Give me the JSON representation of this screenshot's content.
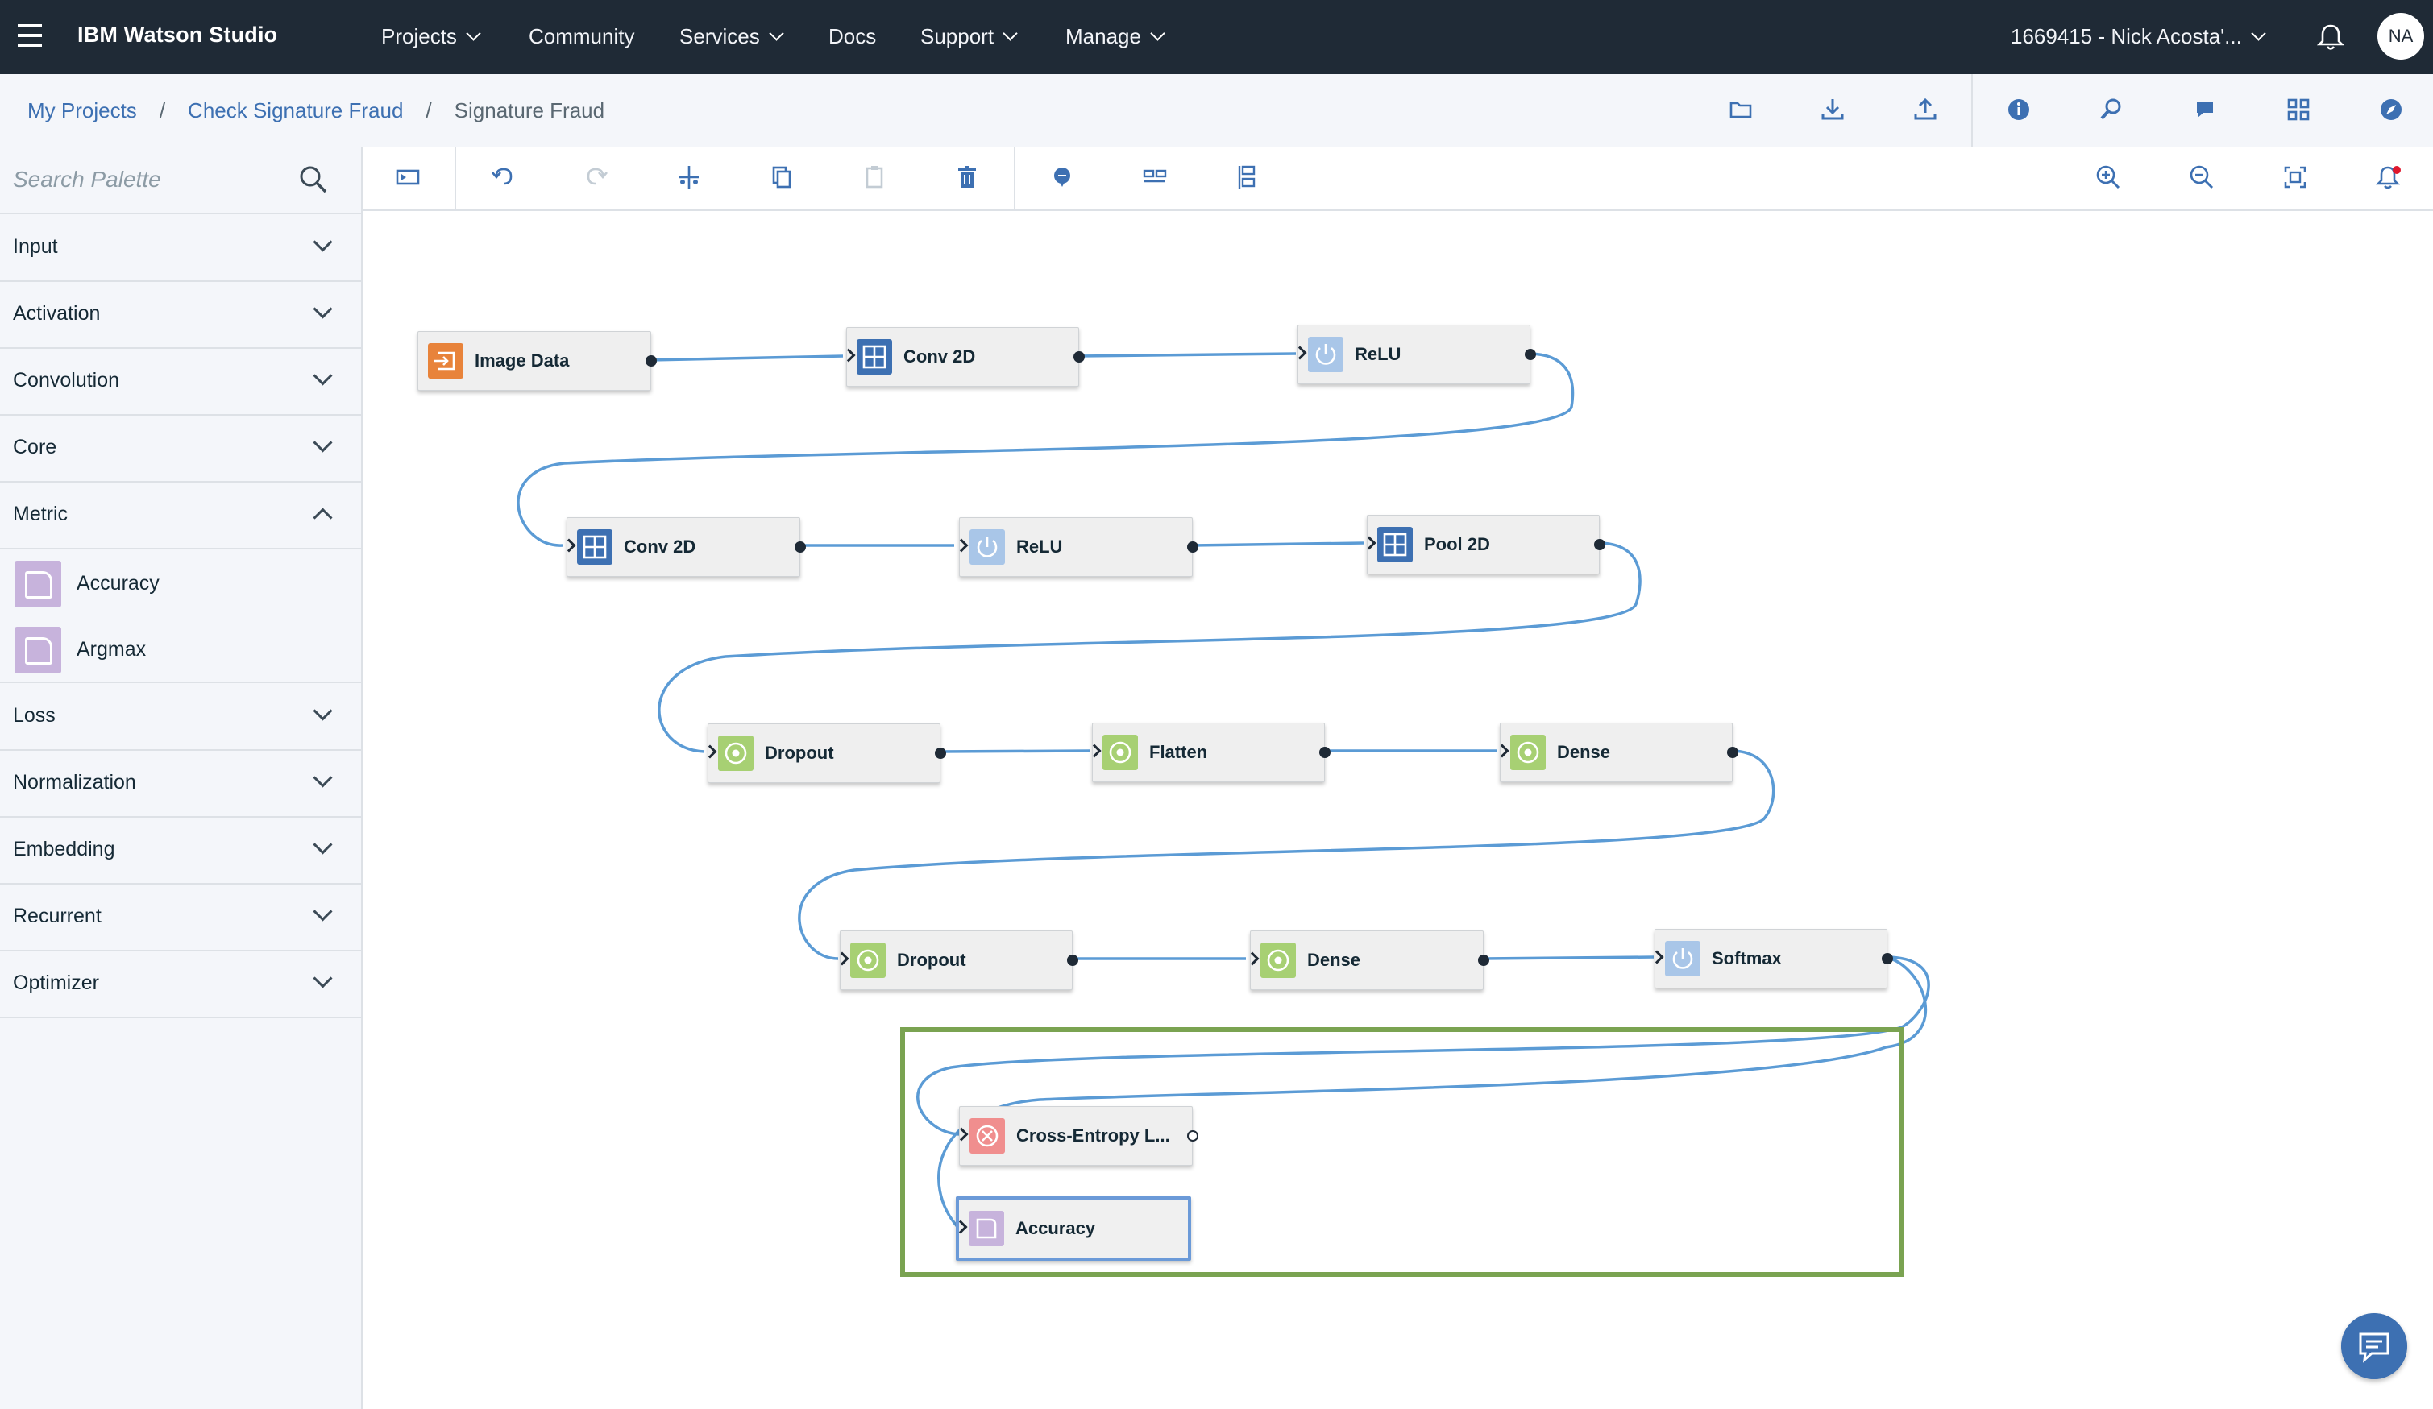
{
  "nav": {
    "brand_prefix": "IBM",
    "brand_name": "Watson Studio",
    "items": [
      {
        "label": "Projects",
        "dropdown": true
      },
      {
        "label": "Community",
        "dropdown": false
      },
      {
        "label": "Services",
        "dropdown": true
      },
      {
        "label": "Docs",
        "dropdown": false
      },
      {
        "label": "Support",
        "dropdown": true
      },
      {
        "label": "Manage",
        "dropdown": true
      }
    ],
    "account": "1669415 - Nick Acosta'...",
    "avatar_initials": "NA"
  },
  "breadcrumb": {
    "items": [
      "My Projects",
      "Check Signature Fraud"
    ],
    "current": "Signature Fraud",
    "separator": "/"
  },
  "header_icons": [
    "folder-icon",
    "download-icon",
    "upload-icon",
    "info-icon",
    "flow-settings-icon",
    "comment-icon",
    "grid-icon",
    "compass-icon"
  ],
  "palette": {
    "search_placeholder": "Search Palette",
    "categories": [
      {
        "label": "Input",
        "expanded": false
      },
      {
        "label": "Activation",
        "expanded": false
      },
      {
        "label": "Convolution",
        "expanded": false
      },
      {
        "label": "Core",
        "expanded": false
      },
      {
        "label": "Metric",
        "expanded": true,
        "items": [
          "Accuracy",
          "Argmax"
        ]
      },
      {
        "label": "Loss",
        "expanded": false
      },
      {
        "label": "Normalization",
        "expanded": false
      },
      {
        "label": "Embedding",
        "expanded": false
      },
      {
        "label": "Recurrent",
        "expanded": false
      },
      {
        "label": "Optimizer",
        "expanded": false
      }
    ]
  },
  "toolbar_icons": [
    "toggle-palette-icon",
    "undo-icon",
    "redo-icon",
    "cut-icon",
    "copy-icon",
    "paste-icon",
    "delete-icon",
    "comment-icon",
    "arrange-horizontal-icon",
    "arrange-vertical-icon",
    "zoom-in-icon",
    "zoom-out-icon",
    "fit-to-screen-icon",
    "notifications-icon"
  ],
  "nodes": [
    {
      "id": "n1",
      "label": "Image Data",
      "color": "orange",
      "icon": "input-icon"
    },
    {
      "id": "n2",
      "label": "Conv 2D",
      "color": "blue",
      "icon": "grid-layer-icon"
    },
    {
      "id": "n3",
      "label": "ReLU",
      "color": "lightblue",
      "icon": "power-icon"
    },
    {
      "id": "n4",
      "label": "Conv 2D",
      "color": "blue",
      "icon": "grid-layer-icon"
    },
    {
      "id": "n5",
      "label": "ReLU",
      "color": "lightblue",
      "icon": "power-icon"
    },
    {
      "id": "n6",
      "label": "Pool 2D",
      "color": "blue",
      "icon": "grid-layer-icon"
    },
    {
      "id": "n7",
      "label": "Dropout",
      "color": "green",
      "icon": "core-layer-icon"
    },
    {
      "id": "n8",
      "label": "Flatten",
      "color": "green",
      "icon": "core-layer-icon"
    },
    {
      "id": "n9",
      "label": "Dense",
      "color": "green",
      "icon": "core-layer-icon"
    },
    {
      "id": "n10",
      "label": "Dropout",
      "color": "green",
      "icon": "core-layer-icon"
    },
    {
      "id": "n11",
      "label": "Dense",
      "color": "green",
      "icon": "core-layer-icon"
    },
    {
      "id": "n12",
      "label": "Softmax",
      "color": "lightblue",
      "icon": "power-icon"
    },
    {
      "id": "n13",
      "label": "Cross-Entropy L...",
      "color": "red",
      "icon": "loss-icon"
    },
    {
      "id": "n14",
      "label": "Accuracy",
      "color": "purple",
      "icon": "metric-icon",
      "selected": true
    }
  ],
  "colors": {
    "topbar": "#1f2a36",
    "link": "#3d70b2",
    "wire": "#5b9bd5",
    "selection_box": "#7aa351",
    "selected_node_border": "#6b9ad8"
  }
}
